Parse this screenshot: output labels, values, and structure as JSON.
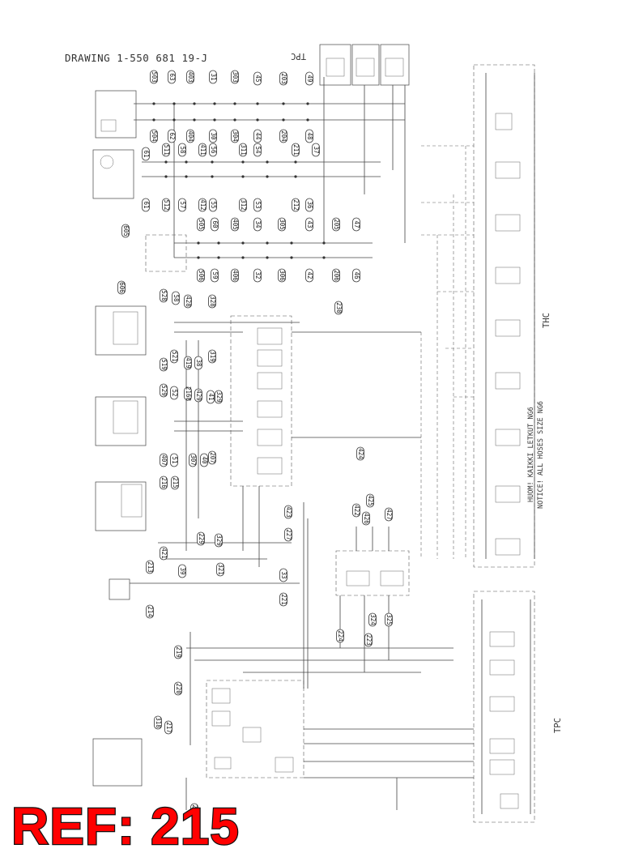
{
  "drawing_title": "DRAWING 1-550 681 19-J",
  "unit_labels": {
    "top_right": "TPC",
    "thc": "THC",
    "tpc_bottom": "TPC"
  },
  "notice_lines": [
    "HUOM! KAIKKI LETKUT NG6",
    "NOTICE! ALL HOSES SIZE NG6"
  ],
  "ref_label": "REF: 215",
  "colors": {
    "line": "#444444",
    "ref_fill": "#ff0000",
    "ref_stroke": "#111111"
  },
  "hose_labels": {
    "row_top_a": [
      "503",
      "63",
      "403",
      "31",
      "303",
      "45",
      "203",
      "49"
    ],
    "row_top_b": [
      "504",
      "62",
      "404",
      "30",
      "304",
      "44",
      "204",
      "48"
    ],
    "row_mid_a": [
      "61",
      "511",
      "58",
      "411",
      "56",
      "311",
      "54",
      "211",
      "37"
    ],
    "row_mid_b": [
      "61",
      "512",
      "57",
      "412",
      "55",
      "312",
      "53",
      "212",
      "36"
    ],
    "row_c_a": [
      "605",
      "505",
      "60",
      "405",
      "34",
      "305",
      "43",
      "205",
      "47"
    ],
    "row_c_b": [
      "606",
      "506",
      "59",
      "406",
      "32",
      "306",
      "42",
      "206",
      "46"
    ],
    "row_d_a": [
      "528",
      "58",
      "428",
      "328"
    ],
    "row_d_b": [
      "519",
      "521",
      "419",
      "38",
      "319"
    ],
    "row_e_a": [
      "529",
      "52",
      "2168",
      "429",
      "41",
      "329"
    ],
    "row_e_b": [
      "407",
      "51",
      "307",
      "40",
      "207"
    ],
    "row_f": [
      "216",
      "215"
    ],
    "misc": [
      "230",
      "424",
      "423",
      "227",
      "422",
      "426",
      "425",
      "427",
      "421",
      "229",
      "329",
      "213",
      "39",
      "321",
      "33",
      "214",
      "221",
      "324",
      "325",
      "224",
      "223",
      "219",
      "220",
      "318",
      "217",
      "228"
    ]
  }
}
